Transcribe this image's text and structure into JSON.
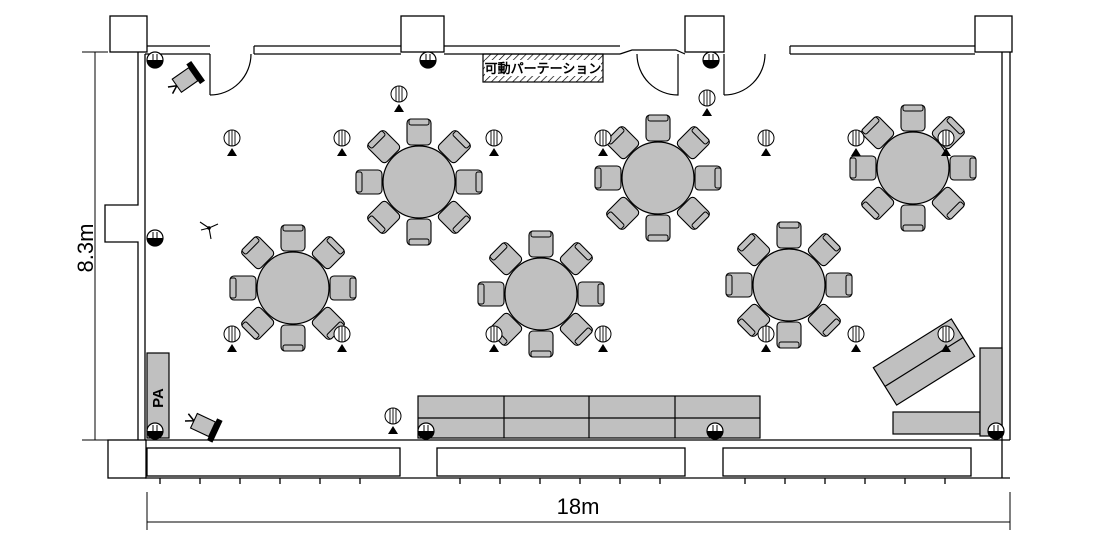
{
  "dimensions": {
    "height_label": "8.3m",
    "width_label": "18m"
  },
  "labels": {
    "pa": "PA",
    "partition": "可動パーテーション"
  },
  "colors": {
    "line": "#000000",
    "fill_gray": "#c0c0c0",
    "background": "#ffffff"
  },
  "icons": [
    "spotlight-icon",
    "speaker-icon",
    "outlet-icon",
    "fan-icon"
  ],
  "furniture": {
    "round_tables": 6,
    "chairs_per_table": 8
  }
}
